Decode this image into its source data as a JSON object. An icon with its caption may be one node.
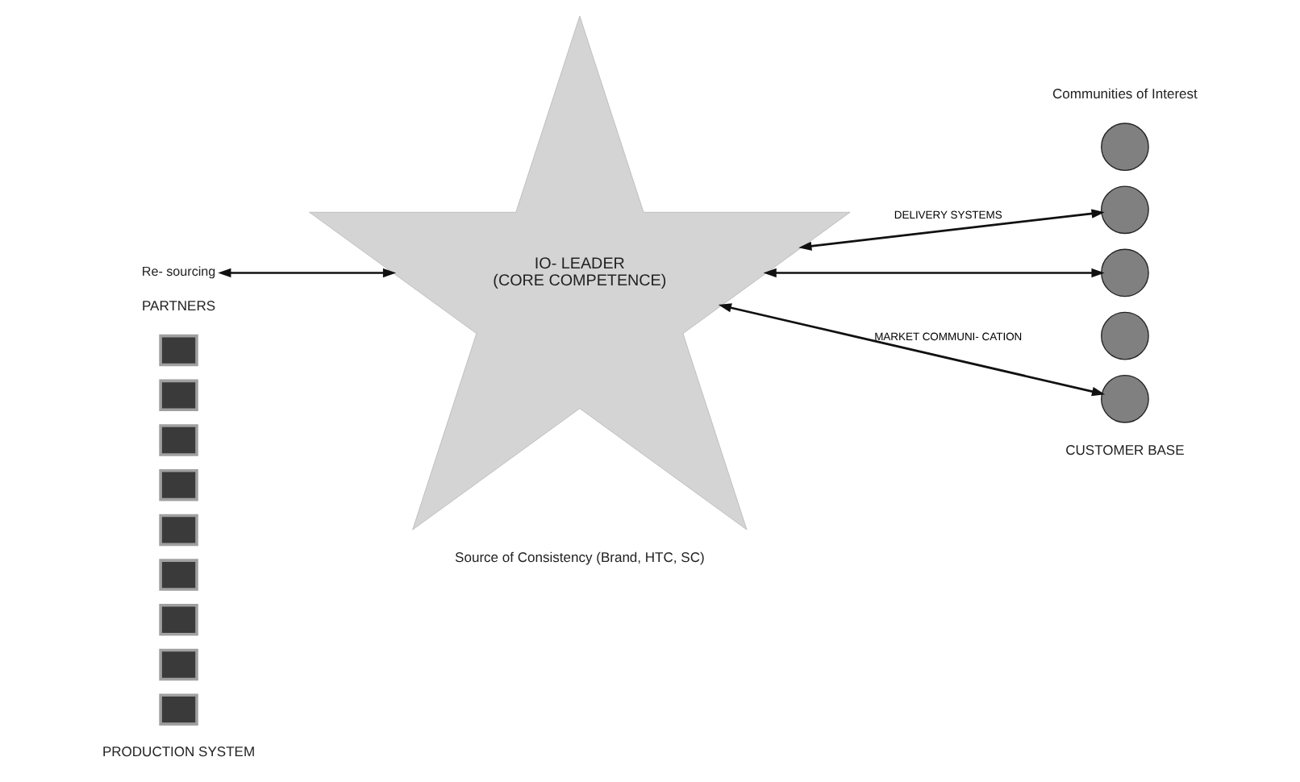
{
  "diagram": {
    "nodes": [
      {
        "text": [],
        "shape": "box"
      },
      {
        "text": [],
        "shape": "box"
      },
      {
        "text": [],
        "shape": "box"
      },
      {
        "text": [],
        "shape": "box"
      },
      {
        "text": [],
        "shape": "box"
      },
      {
        "text": [],
        "shape": "box"
      },
      {
        "text": [],
        "shape": "box"
      },
      {
        "text": [],
        "shape": "box"
      },
      {
        "text": [],
        "shape": "box"
      },
      {
        "text": [
          "Re- sourcing"
        ]
      },
      {
        "text": [
          "IO- LEADER",
          "(CORE COMPETENCE)"
        ]
      },
      {
        "text": [],
        "shape": "circle"
      },
      {
        "text": [],
        "shape": "circle"
      },
      {
        "text": [],
        "shape": "circle"
      },
      {
        "text": [],
        "shape": "circle"
      },
      {
        "text": [],
        "shape": "circle"
      }
    ],
    "edges": [
      {
        "from": 9,
        "to": 10,
        "arrow": "both"
      },
      {
        "from": 10,
        "to": 12,
        "arrow": "both",
        "label": "DELIVERY SYSTEMS"
      },
      {
        "from": 10,
        "to": 13,
        "arrow": "both"
      },
      {
        "from": 10,
        "to": 15,
        "arrow": "both",
        "label": "MARKET COMMUNI- CATION"
      }
    ],
    "labels": [
      "Communities of Interest",
      "PARTNERS",
      "Source of Consistency (Brand, HTC, SC)",
      "CUSTOMER BASE",
      "PRODUCTION SYSTEM"
    ]
  }
}
